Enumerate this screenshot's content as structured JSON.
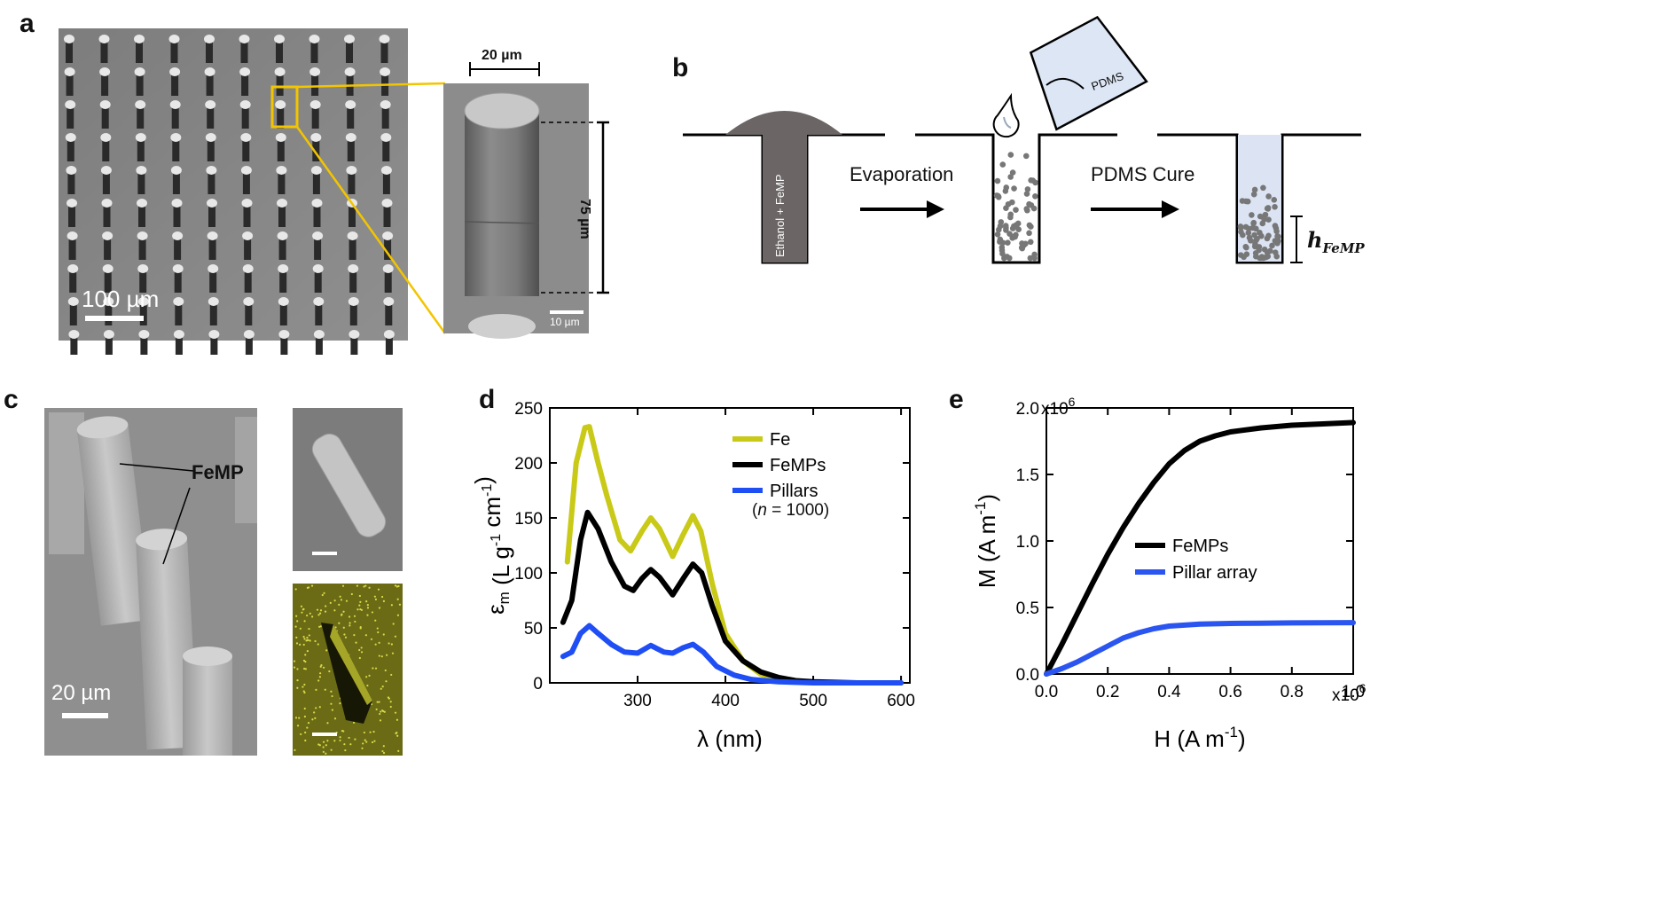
{
  "panels": {
    "a": {
      "letter": "a",
      "overview_scalebar": "100 µm",
      "inset_width_label": "20 µm",
      "inset_height_label": "75 µm",
      "inset_scalebar": "10 µm",
      "highlight_color": "#f2c500"
    },
    "b": {
      "letter": "b",
      "well1_label": "Ethanol + FeMP",
      "step1_label": "Evaporation",
      "step2_label": "PDMS Cure",
      "beaker_label": "PDMS",
      "height_label_main": "h",
      "height_label_sub": "FeMP"
    },
    "c": {
      "letter": "c",
      "callout_label": "FeMP",
      "scalebar": "20 µm"
    },
    "d": {
      "letter": "d",
      "legend_note_n": "n",
      "legend_note_rest": " = 1000)",
      "legend_note_open": "("
    },
    "e": {
      "letter": "e"
    }
  },
  "chart_data": [
    {
      "panel": "d",
      "type": "line",
      "xlabel": "λ (nm)",
      "ylabel": "εm (L g-1 cm-1)",
      "ylabel_parts": {
        "eps": "ε",
        "eps_sub": "m",
        "open": " (L g",
        "sup1": "-1",
        "mid": " cm",
        "sup2": "-1",
        "close": ")"
      },
      "xlim": [
        200,
        610
      ],
      "ylim": [
        0,
        250
      ],
      "xticks": [
        "300",
        "400",
        "500",
        "600"
      ],
      "yticks": [
        "0",
        "50",
        "100",
        "150",
        "200",
        "250"
      ],
      "legend_position": "top-right",
      "series": [
        {
          "name": "Fe",
          "color": "#c9c918",
          "x": [
            220,
            230,
            240,
            245,
            255,
            265,
            280,
            292,
            305,
            315,
            325,
            340,
            352,
            363,
            372,
            385,
            400,
            420,
            440,
            460,
            480
          ],
          "y": [
            110,
            200,
            232,
            233,
            200,
            170,
            130,
            120,
            138,
            150,
            140,
            115,
            135,
            152,
            138,
            90,
            45,
            20,
            8,
            3,
            1
          ]
        },
        {
          "name": "FeMPs",
          "color": "#000000",
          "x": [
            215,
            225,
            235,
            243,
            255,
            270,
            285,
            295,
            305,
            315,
            325,
            340,
            352,
            363,
            373,
            385,
            400,
            420,
            440,
            460,
            480,
            500,
            550,
            600
          ],
          "y": [
            55,
            75,
            130,
            155,
            140,
            110,
            88,
            84,
            95,
            103,
            96,
            80,
            95,
            108,
            100,
            70,
            38,
            20,
            10,
            5,
            2,
            1,
            0,
            0
          ]
        },
        {
          "name": "Pillars",
          "color": "#1f4ef5",
          "x": [
            215,
            225,
            235,
            245,
            255,
            270,
            285,
            300,
            315,
            330,
            340,
            352,
            363,
            375,
            390,
            410,
            430,
            460,
            500,
            550,
            600
          ],
          "y": [
            24,
            28,
            45,
            52,
            45,
            35,
            28,
            27,
            34,
            28,
            27,
            32,
            35,
            28,
            15,
            7,
            3,
            1,
            0,
            0,
            0
          ]
        }
      ]
    },
    {
      "panel": "e",
      "type": "line",
      "xlabel": "H (A m-1)",
      "xlabel_parts": {
        "main": "H (A m",
        "sup": "-1",
        "close": ")"
      },
      "ylabel": "M (A m-1)",
      "ylabel_parts": {
        "main": "M (A m",
        "sup": "-1",
        "close": ")"
      },
      "xlim": [
        0,
        1.0
      ],
      "ylim": [
        0,
        2.0
      ],
      "xticks": [
        "0.0",
        "0.2",
        "0.4",
        "0.6",
        "0.8",
        "1.0"
      ],
      "yticks": [
        "0.0",
        "0.5",
        "1.0",
        "1.5",
        "2.0"
      ],
      "x_multiplier": "x10",
      "x_multiplier_exp": "6",
      "y_multiplier": "x10",
      "y_multiplier_exp": "6",
      "legend_position": "center-right",
      "series": [
        {
          "name": "FeMPs",
          "color": "#000000",
          "x": [
            0.0,
            0.05,
            0.1,
            0.15,
            0.2,
            0.25,
            0.3,
            0.35,
            0.4,
            0.45,
            0.5,
            0.55,
            0.6,
            0.7,
            0.8,
            0.9,
            1.0
          ],
          "y": [
            0.0,
            0.22,
            0.45,
            0.68,
            0.9,
            1.1,
            1.28,
            1.44,
            1.58,
            1.68,
            1.75,
            1.79,
            1.82,
            1.85,
            1.87,
            1.88,
            1.89
          ]
        },
        {
          "name": "Pillar array",
          "color": "#2a55f0",
          "x": [
            0.0,
            0.05,
            0.1,
            0.15,
            0.2,
            0.25,
            0.3,
            0.35,
            0.4,
            0.5,
            0.6,
            0.7,
            0.8,
            0.9,
            1.0
          ],
          "y": [
            0.0,
            0.04,
            0.09,
            0.15,
            0.21,
            0.27,
            0.31,
            0.34,
            0.36,
            0.375,
            0.38,
            0.382,
            0.384,
            0.385,
            0.386
          ]
        }
      ]
    }
  ]
}
